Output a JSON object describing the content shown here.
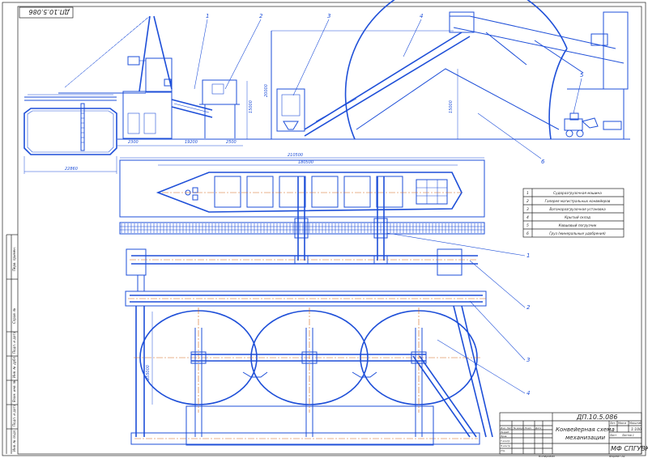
{
  "sheet": {
    "stamp_code": "ДП.10.5.086",
    "scale": "1:100",
    "org": "МФ СПГУВК",
    "sheet_format": "Формат   А1",
    "copied": "Копировал"
  },
  "title_block": {
    "title_line1": "Конвейерная схема",
    "title_line2": "механизации",
    "col_lit": "Лит.",
    "col_mass": "Масса",
    "col_scale": "Масштаб",
    "col_sheet": "Лист",
    "col_sheets": "Листов  1",
    "rows": [
      "Изм. Лист",
      "Разраб.",
      "Пров.",
      "Т.контр.",
      "Н.контр.",
      "Утв."
    ],
    "cols": [
      "№ докум.",
      "Подп.",
      "Дата"
    ]
  },
  "legend": [
    {
      "num": "1",
      "text": "Судоразгрузочная машина"
    },
    {
      "num": "2",
      "text": "Галерея магистральных конвейеров"
    },
    {
      "num": "3",
      "text": "Вагоноразгрузочная установка"
    },
    {
      "num": "4",
      "text": "Крытый склад"
    },
    {
      "num": "5",
      "text": "Ковшовый погрузчик"
    },
    {
      "num": "6",
      "text": "Груз (минеральные удобрения)"
    }
  ],
  "callouts_elevation": [
    "1",
    "2",
    "3",
    "4",
    "5",
    "6"
  ],
  "callouts_plan": [
    "1",
    "2",
    "3",
    "4"
  ],
  "dimensions": {
    "ship_width": "22860",
    "d1": "2300",
    "d2": "19200",
    "d3": "2500",
    "h_gallery": "15000",
    "h_warehouse": "20000",
    "h_cargo": "15000",
    "total_len": "210500",
    "ship_len": "180500",
    "dome_dia": "ø55000"
  },
  "side_strip": [
    "Перв. примен.",
    "Справ. №",
    "Подп. и дата",
    "Инв. № дубл.",
    "Взам. инв. №",
    "Подп. и дата",
    "Инв. № подл."
  ]
}
